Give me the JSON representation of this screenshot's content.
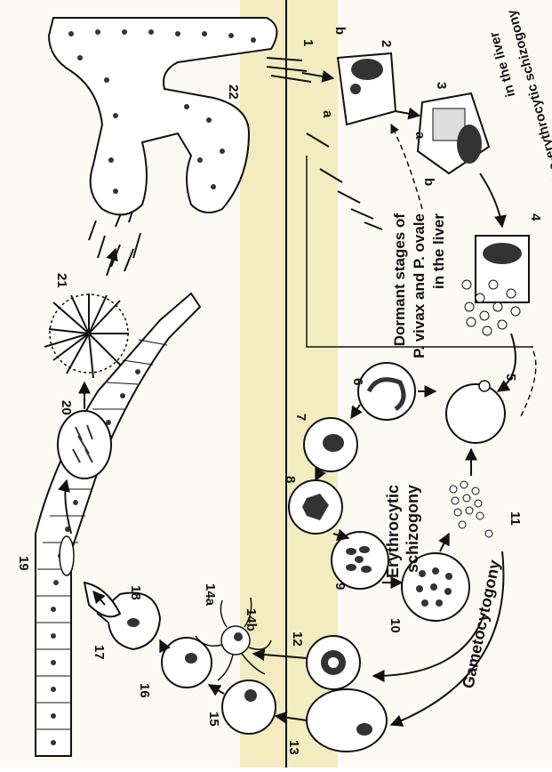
{
  "labels": {
    "n1": "1",
    "n2": "2",
    "n3": "3",
    "n4": "4",
    "n5": "5",
    "n6": "6",
    "n7": "7",
    "n8": "8",
    "n9": "9",
    "n10": "10",
    "n11": "11",
    "n12": "12",
    "n13": "13",
    "n14a": "14a",
    "n14b": "14b",
    "n15": "15",
    "n16": "16",
    "n17": "17",
    "n18": "18",
    "n19": "19",
    "n20": "20",
    "n21": "21",
    "n22": "22",
    "a1": "a",
    "b1": "b",
    "a2": "a",
    "b2": "b"
  },
  "captions": {
    "exo_line1": "Exo-erythrocytic schizogony",
    "exo_line2": "in the liver",
    "dormant_line1": "Dormant stages of",
    "dormant_line2": "P. vivax and P. ovale",
    "dormant_line3": "in the liver",
    "ery_line1": "Erythrocytic",
    "ery_line2": "schizogony",
    "gameto": "Gametocytogony"
  },
  "colors": {
    "band": "#f3ecc0",
    "ink": "#111111",
    "cell": "#ffffff"
  }
}
